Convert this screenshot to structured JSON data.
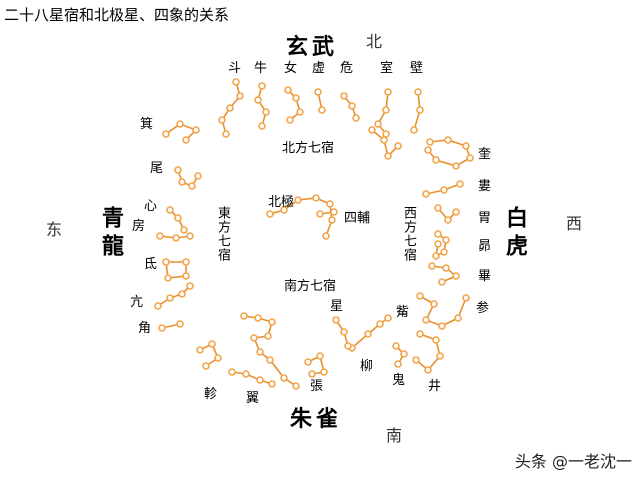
{
  "title": "二十八星宿和北极星、四象的关系",
  "directions": {
    "north": "北",
    "south": "南",
    "east": "东",
    "west": "西"
  },
  "four_symbols": {
    "north": "玄武",
    "south": "朱雀",
    "east": "青龍",
    "west": "白虎"
  },
  "sections": {
    "north": "北方七宿",
    "south": "南方七宿",
    "east": "東方七宿",
    "west": "西方七宿"
  },
  "center": {
    "polaris": "北極",
    "sifu": "四輔"
  },
  "mansions": {
    "north": [
      "斗",
      "牛",
      "女",
      "虚",
      "危",
      "室",
      "壁"
    ],
    "west": [
      "奎",
      "婁",
      "胃",
      "昴",
      "畢",
      "觜",
      "参"
    ],
    "south": [
      "井",
      "鬼",
      "柳",
      "星",
      "張",
      "翼",
      "軫"
    ],
    "east": [
      "角",
      "亢",
      "氐",
      "房",
      "心",
      "尾",
      "箕"
    ]
  },
  "watermark": "头条 @一老沈一",
  "colors": {
    "star": "#f2a54a",
    "line": "#e8902e",
    "star_fill": "#ffffff"
  }
}
